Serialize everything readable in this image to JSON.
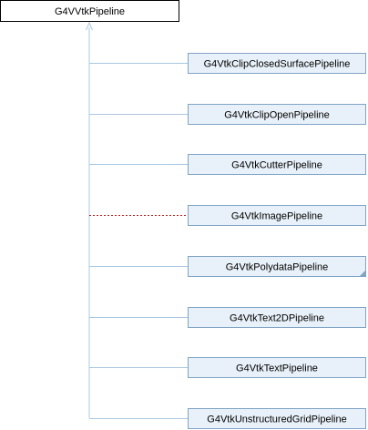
{
  "diagram": {
    "base": {
      "label": "G4VVtkPipeline"
    },
    "children": [
      {
        "label": "G4VtkClipClosedSurfacePipeline",
        "relation": "inherit",
        "folded": false
      },
      {
        "label": "G4VtkClipOpenPipeline",
        "relation": "inherit",
        "folded": false
      },
      {
        "label": "G4VtkCutterPipeline",
        "relation": "inherit",
        "folded": false
      },
      {
        "label": "G4VtkImagePipeline",
        "relation": "usage",
        "folded": false
      },
      {
        "label": "G4VtkPolydataPipeline",
        "relation": "inherit",
        "folded": true
      },
      {
        "label": "G4VtkText2DPipeline",
        "relation": "inherit",
        "folded": false
      },
      {
        "label": "G4VtkTextPipeline",
        "relation": "inherit",
        "folded": false
      },
      {
        "label": "G4VtkUnstructuredGridPipeline",
        "relation": "inherit",
        "folded": false
      }
    ],
    "colors": {
      "base_fill": "#ffffff",
      "base_stroke": "#000000",
      "child_fill": "#e8f1f9",
      "child_stroke": "#7fa4c6",
      "inherit_edge": "#a9c8e0",
      "usage_edge": "#b22222",
      "text": "#000000"
    }
  }
}
